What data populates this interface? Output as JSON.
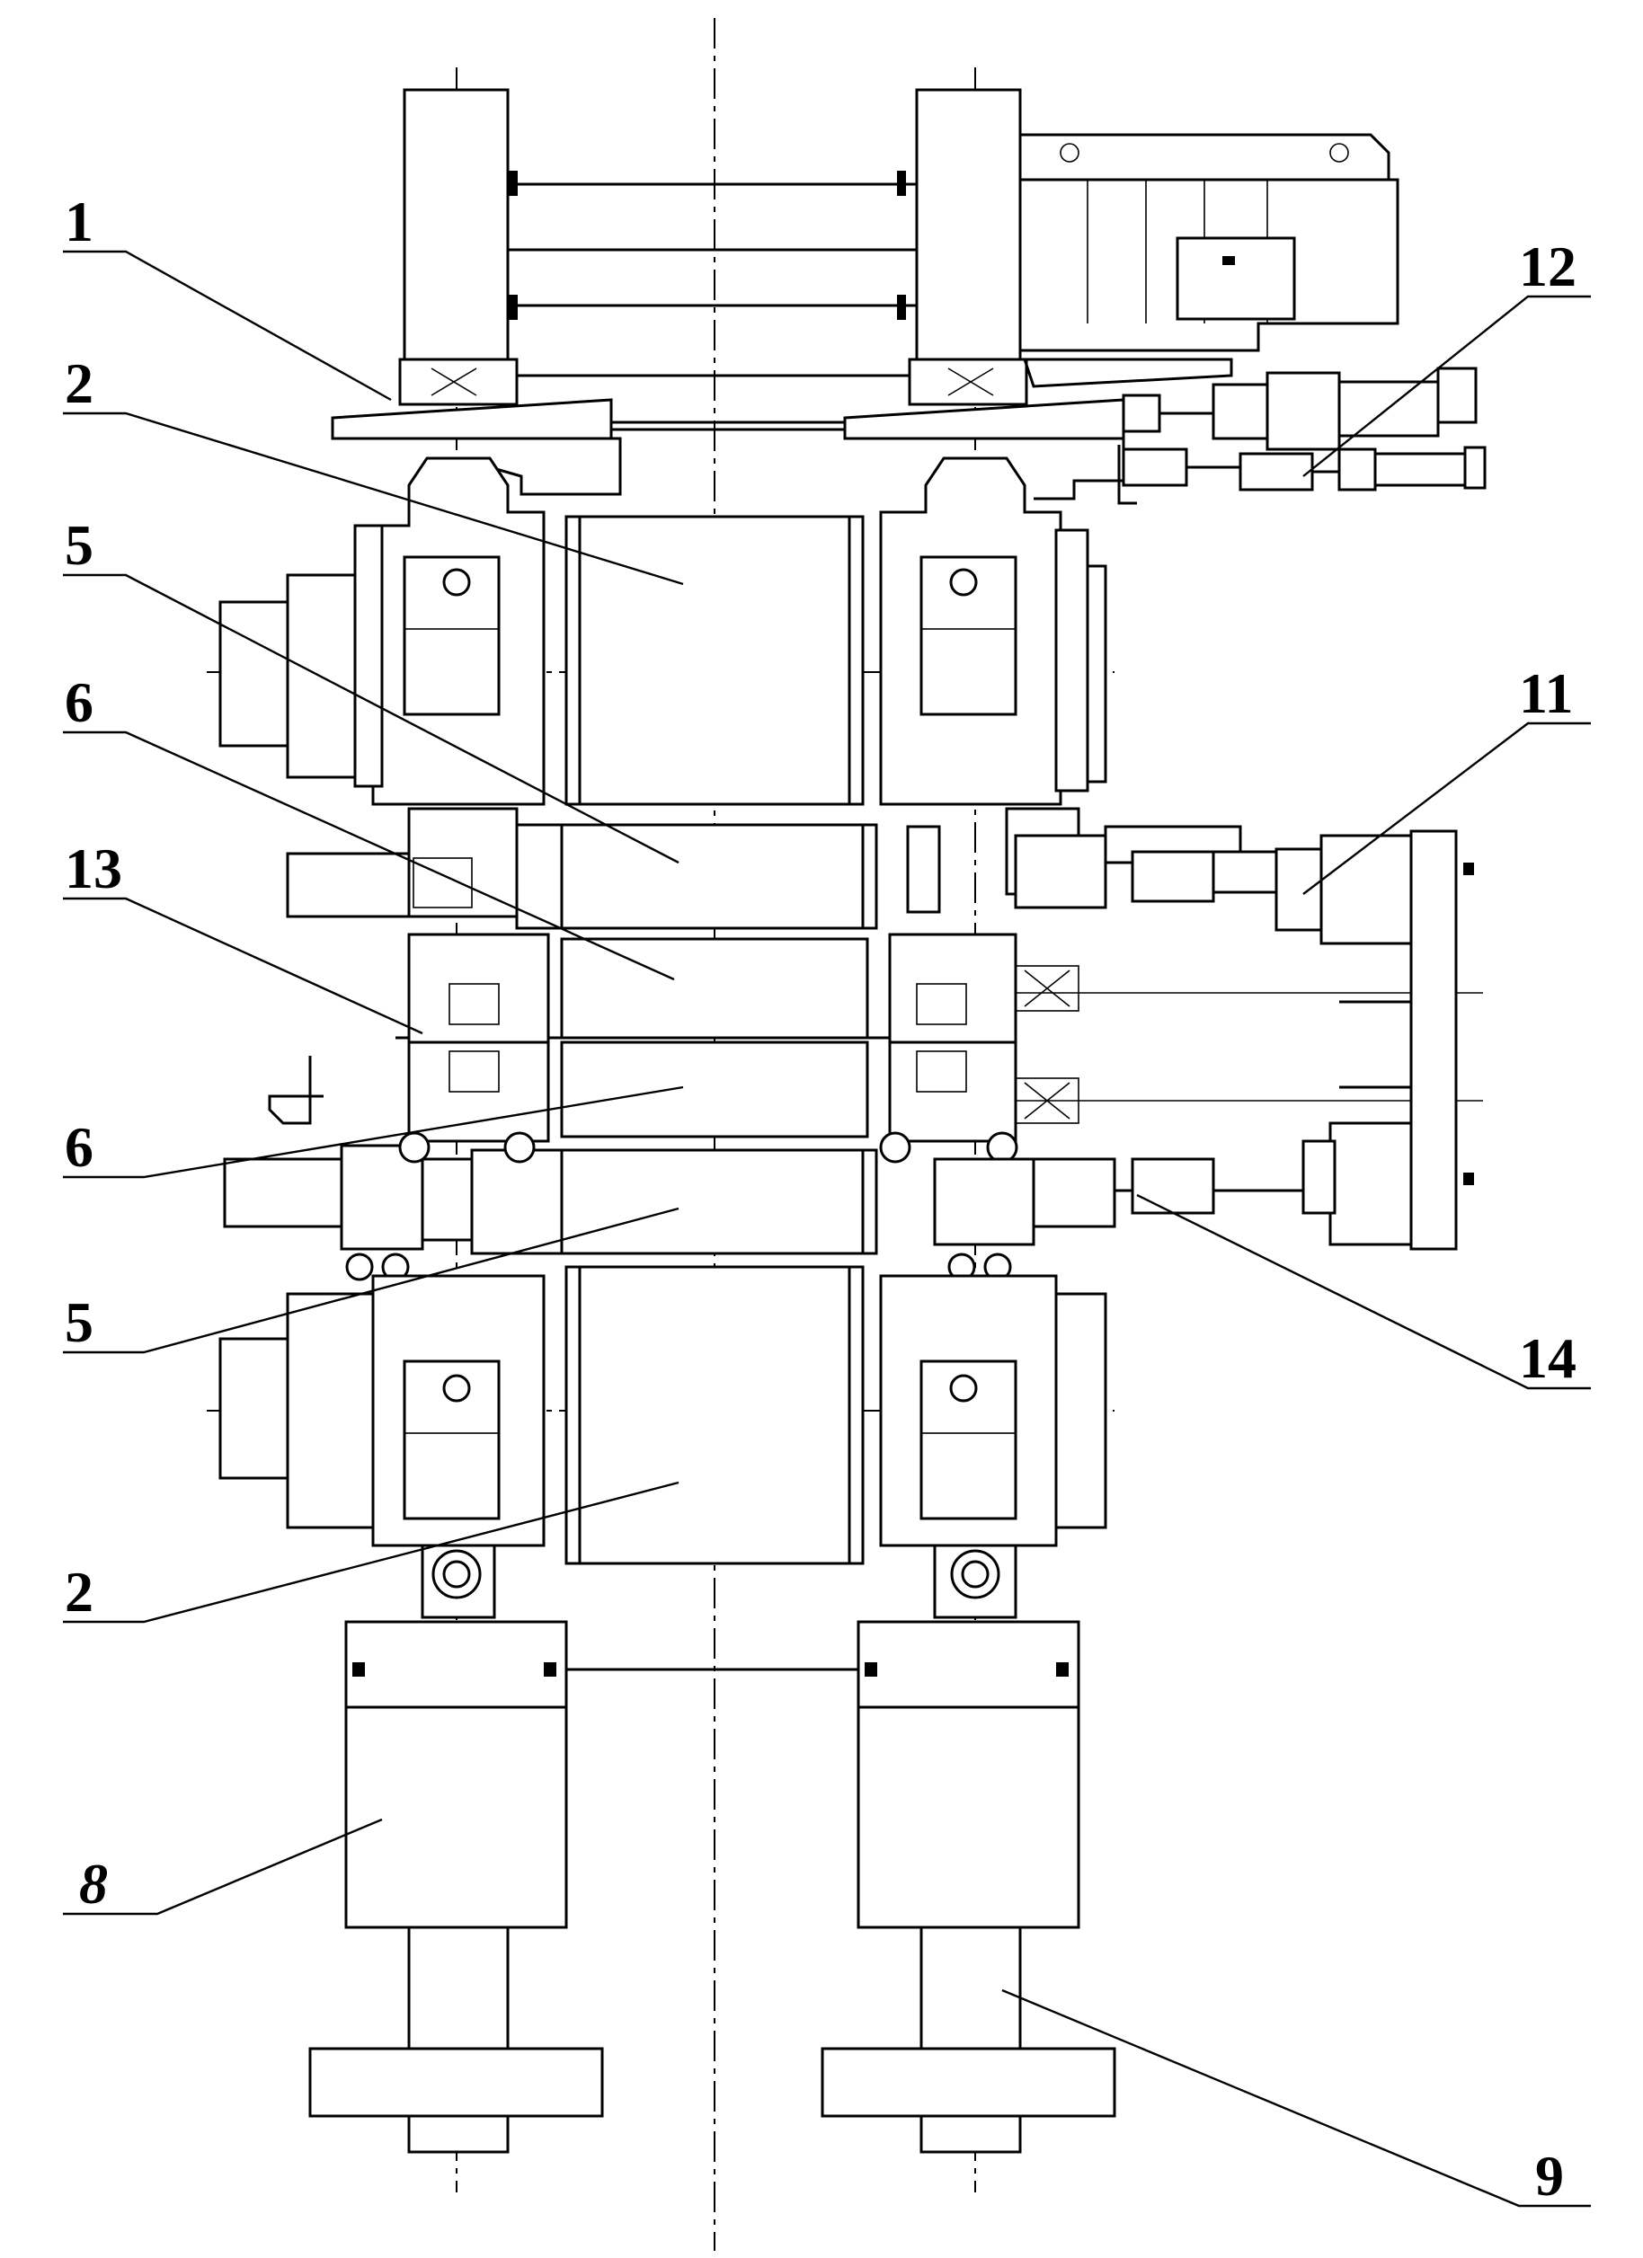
{
  "callouts": [
    {
      "id": "1",
      "text": "1"
    },
    {
      "id": "2a",
      "text": "2"
    },
    {
      "id": "5a",
      "text": "5"
    },
    {
      "id": "6a",
      "text": "6"
    },
    {
      "id": "13",
      "text": "13"
    },
    {
      "id": "6b",
      "text": "6"
    },
    {
      "id": "5b",
      "text": "5"
    },
    {
      "id": "2b",
      "text": "2"
    },
    {
      "id": "8",
      "text": "8"
    },
    {
      "id": "12",
      "text": "12"
    },
    {
      "id": "11",
      "text": "11"
    },
    {
      "id": "14",
      "text": "14"
    },
    {
      "id": "9",
      "text": "9"
    }
  ]
}
